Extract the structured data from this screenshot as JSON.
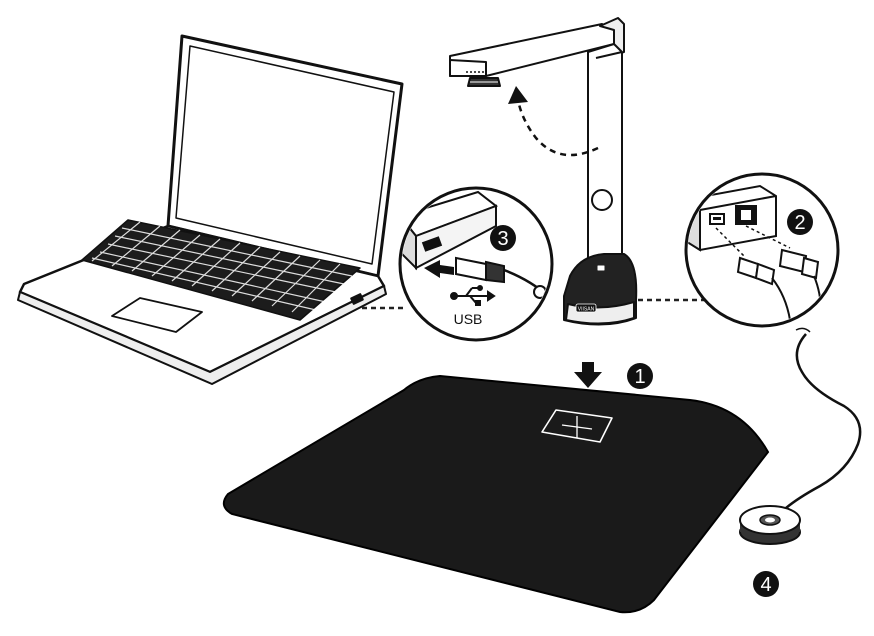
{
  "diagram": {
    "steps": [
      {
        "number": "1",
        "meaning": "place mat below camera"
      },
      {
        "number": "2",
        "meaning": "plug cable into camera base"
      },
      {
        "number": "3",
        "meaning": "plug USB into laptop"
      },
      {
        "number": "4",
        "meaning": "foot switch"
      }
    ],
    "usb_label": "USB",
    "base_brand": "VIISAN",
    "colors": {
      "ink": "#111111",
      "mat": "#1a1a1a",
      "mat_edge": "#000000",
      "line": "#222222",
      "paper": "#ffffff",
      "gray": "#9a9a9a"
    },
    "icons": [
      "usb-icon",
      "arrow-down-icon",
      "arrow-left-icon",
      "plus-icon",
      "rotate-arrow-icon"
    ]
  }
}
